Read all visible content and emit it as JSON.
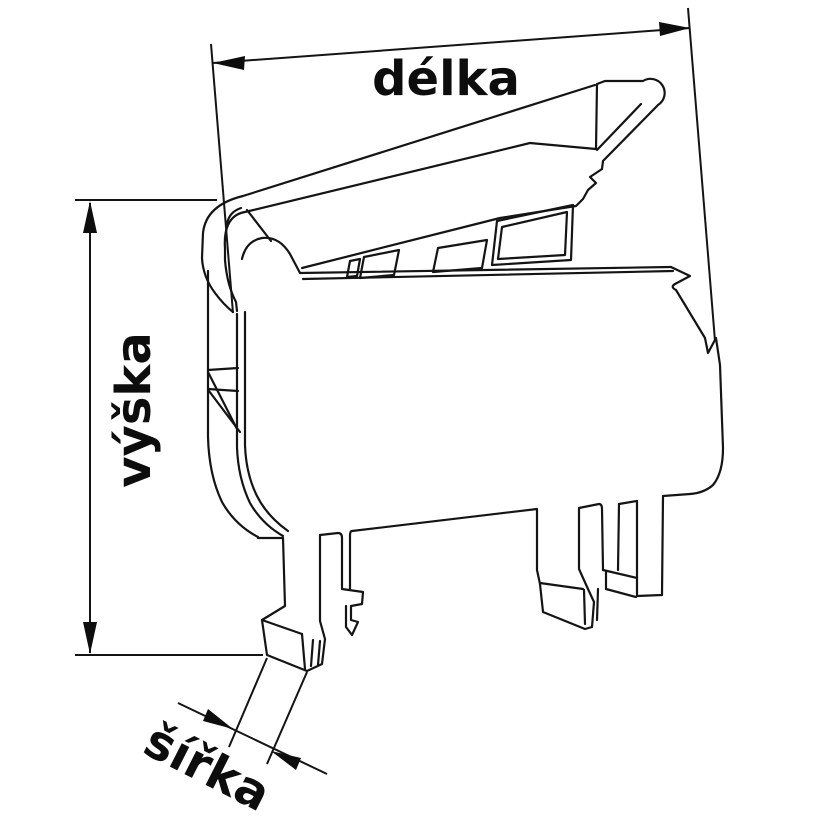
{
  "figure": {
    "subject": "din-rail-terminal-block-side-view-dimension-diagram",
    "style": "black-outline-technical-drawing"
  },
  "labels": {
    "length": "délka",
    "height": "výška",
    "width": "šířka"
  },
  "colors": {
    "background": "#ffffff",
    "line": "#141414",
    "text": "#0d0d0d"
  }
}
